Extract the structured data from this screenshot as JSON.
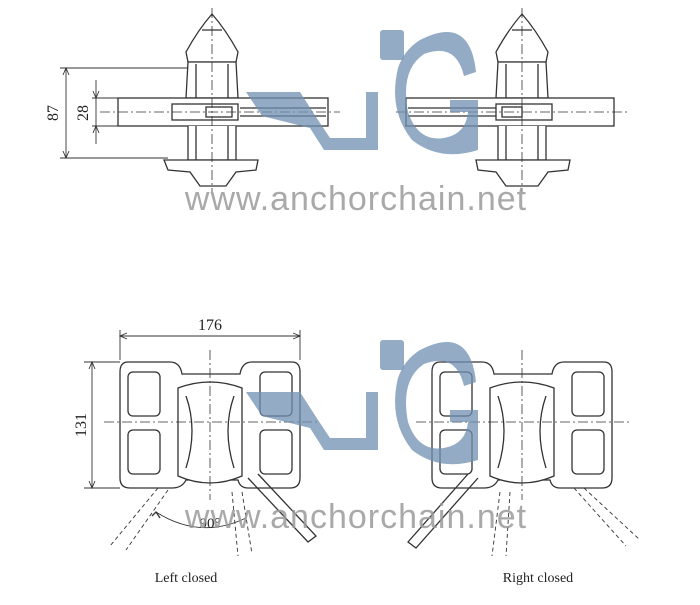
{
  "dimensions": {
    "height_total": "87",
    "height_plate": "28",
    "width_total": "176",
    "depth_total": "131",
    "rotation_angle": "90°"
  },
  "captions": {
    "left": "Left closed",
    "right": "Right closed"
  },
  "watermark": {
    "text": "www.anchorchain.net",
    "logo_text": "JG",
    "color": "#6f8fb0",
    "text_color": "#9a9a9a"
  }
}
